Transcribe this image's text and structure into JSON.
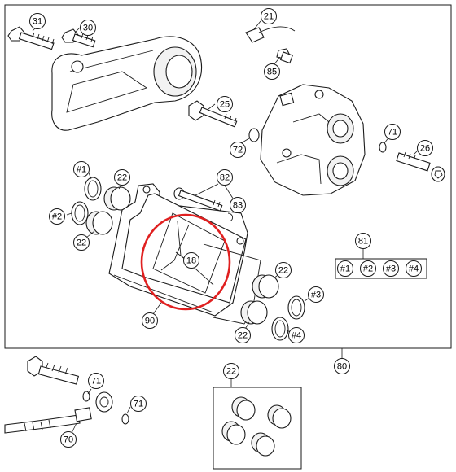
{
  "callouts": {
    "c31": "31",
    "c30": "30",
    "c21": "21",
    "c85": "85",
    "c25": "25",
    "c72": "72",
    "c71a": "71",
    "c26": "26",
    "c1a": "#1",
    "c22a": "22",
    "c82": "82",
    "c83": "83",
    "c2a": "#2",
    "c22b": "22",
    "c18": "18",
    "c81": "81",
    "c1b": "#1",
    "c2b": "#2",
    "c3b": "#3",
    "c4b": "#4",
    "c22c": "22",
    "c3a": "#3",
    "c90": "90",
    "c22d": "22",
    "c4a": "#4",
    "c80": "80",
    "c22e": "22",
    "c71b": "71",
    "c71c": "71",
    "c70": "70"
  },
  "highlight": {
    "color": "#e02020",
    "target_callout": "18"
  }
}
